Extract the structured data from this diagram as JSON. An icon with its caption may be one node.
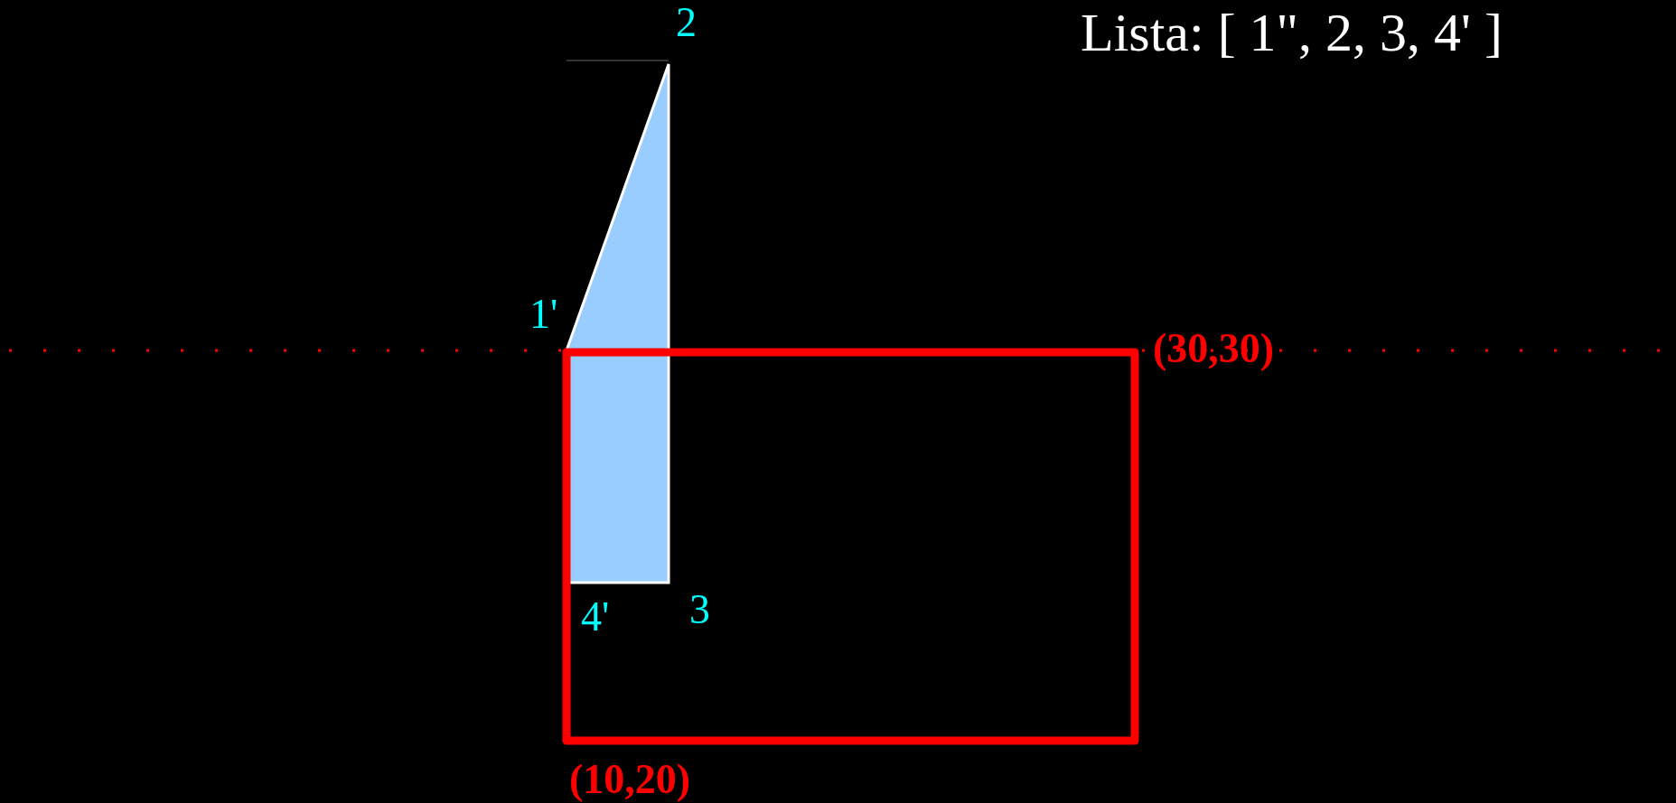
{
  "diagram": {
    "nodes": [
      {
        "text": [],
        "shape": "polygon"
      },
      {
        "text": [],
        "shape": "box"
      }
    ],
    "labels": [
      "2",
      "Lista: [ 1\", 2, 3, 4' ]",
      "1'",
      "(30,30)",
      "4'",
      "3",
      "(10,20)"
    ]
  }
}
